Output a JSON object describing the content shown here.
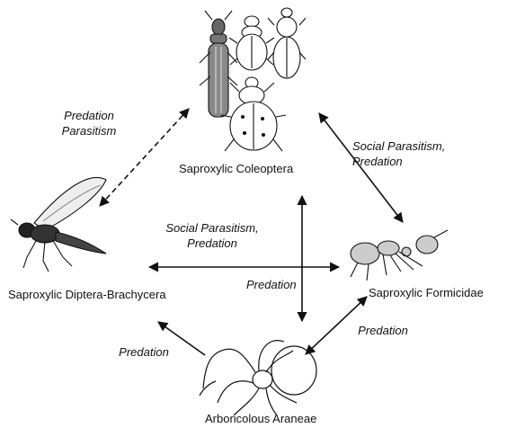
{
  "nodes": {
    "coleoptera": {
      "label": "Saproxylic Coleoptera",
      "icon": "beetle-icon"
    },
    "diptera": {
      "label": "Saproxylic Diptera-Brachycera",
      "icon": "fly-icon"
    },
    "formicidae": {
      "label": "Saproxylic Formicidae",
      "icon": "ant-icon"
    },
    "araneae": {
      "label": "Arboricolous Araneae",
      "icon": "spider-icon"
    }
  },
  "relations": {
    "coleoptera_diptera": {
      "line1": "Predation",
      "line2": "Parasitism",
      "style": "dashed",
      "direction": "both"
    },
    "coleoptera_formicidae": {
      "line1": "Social Parasitism,",
      "line2": "Predation",
      "style": "solid",
      "direction": "both"
    },
    "diptera_formicidae": {
      "line1": "Social Parasitism,",
      "line2": "Predation",
      "style": "solid",
      "direction": "both"
    },
    "coleoptera_araneae": {
      "line1": "Predation",
      "style": "solid",
      "direction": "both"
    },
    "araneae_diptera": {
      "line1": "Predation",
      "style": "solid",
      "direction": "to-diptera"
    },
    "araneae_formicidae": {
      "line1": "Predation",
      "style": "solid",
      "direction": "both"
    }
  },
  "colors": {
    "ink": "#111111",
    "background": "#ffffff"
  }
}
